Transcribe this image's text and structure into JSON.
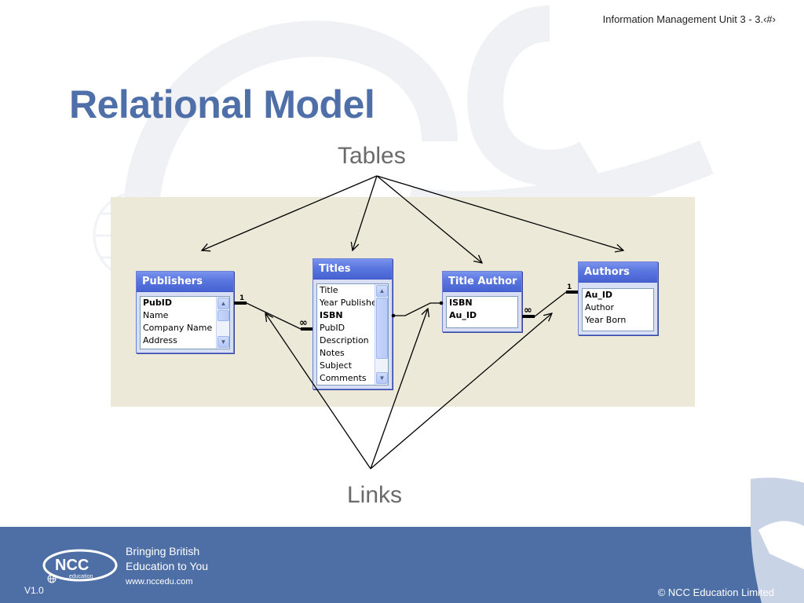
{
  "header": {
    "unit_text": "Information Management Unit 3 - 3.‹#›"
  },
  "slide": {
    "title": "Relational Model"
  },
  "diagram": {
    "label_tables": "Tables",
    "label_links": "Links",
    "tables": {
      "publishers": {
        "title": "Publishers",
        "fields": [
          "PubID",
          "Name",
          "Company Name",
          "Address"
        ]
      },
      "titles": {
        "title": "Titles",
        "fields": [
          "Title",
          "Year Published",
          "ISBN",
          "PubID",
          "Description",
          "Notes",
          "Subject",
          "Comments"
        ]
      },
      "title_author": {
        "title": "Title Author",
        "fields": [
          "ISBN",
          "Au_ID"
        ]
      },
      "authors": {
        "title": "Authors",
        "fields": [
          "Au_ID",
          "Author",
          "Year Born"
        ]
      }
    },
    "relations": {
      "pub_titles": {
        "one": "1",
        "many": "∞"
      },
      "titles_ta": {
        "one": "",
        "many": ""
      },
      "ta_authors": {
        "many": "∞",
        "one": "1"
      }
    }
  },
  "footer": {
    "logo_text": "NCC",
    "logo_sub": "education",
    "tagline_line1": "Bringing British",
    "tagline_line2": "Education to You",
    "url": "www.nccedu.com",
    "version": "V1.0",
    "copyright": "©  NCC Education Limited"
  },
  "colors": {
    "title_blue": "#4f6fa8",
    "footer_blue": "#4e6fa6",
    "canvas": "#ece9d8"
  }
}
